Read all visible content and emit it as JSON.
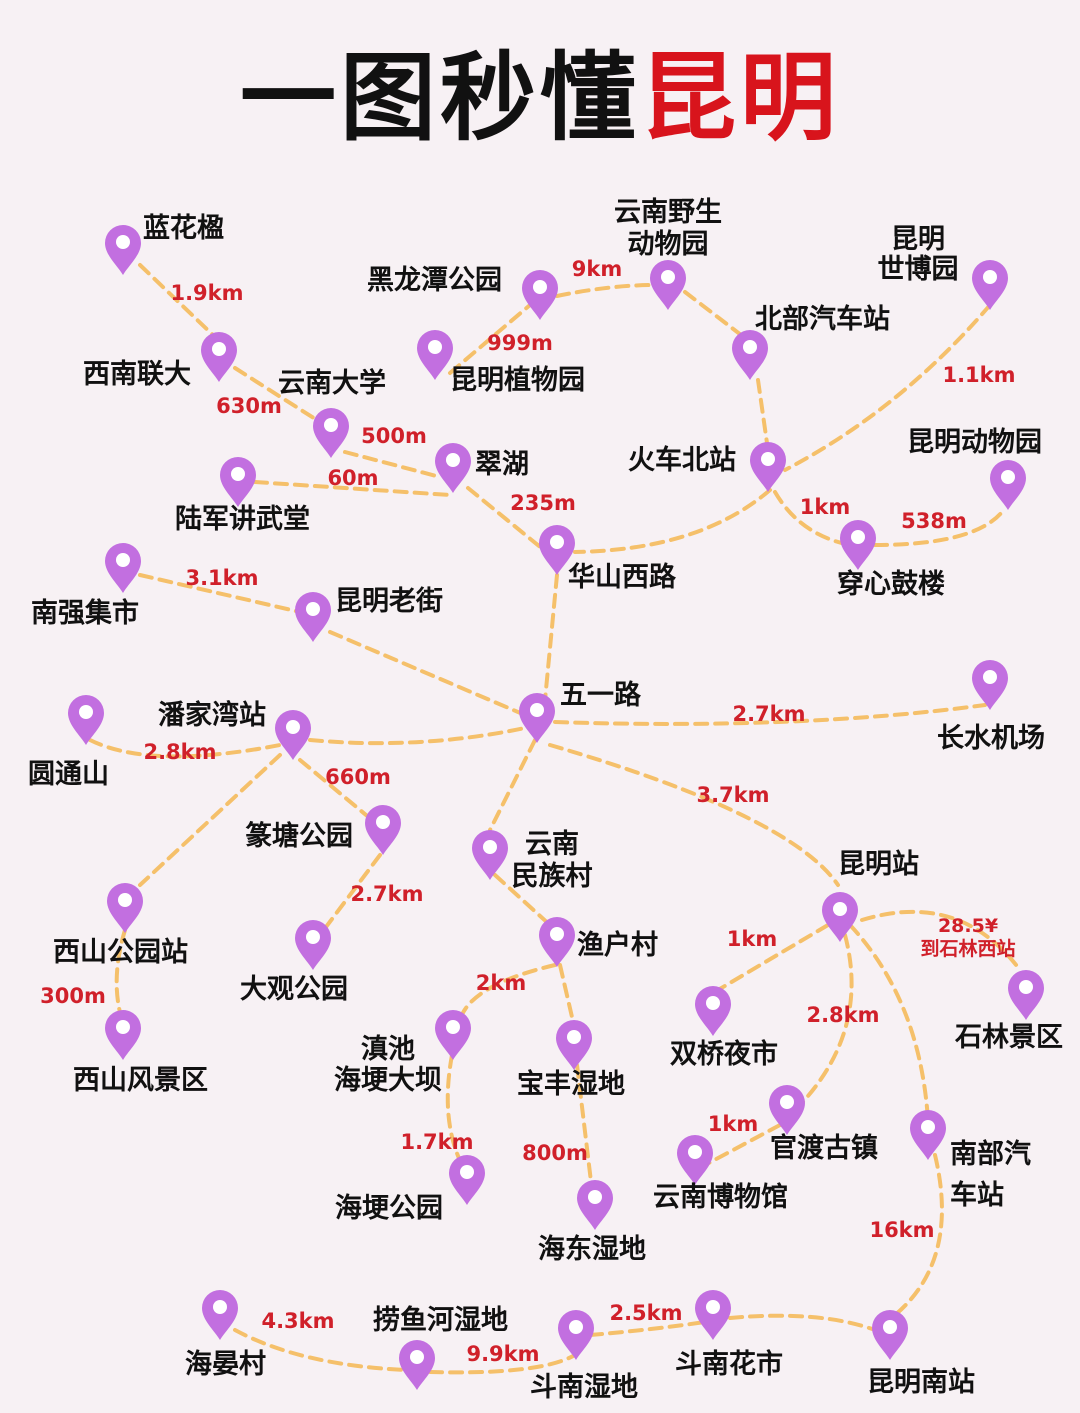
{
  "title": {
    "part1": "一图秒懂",
    "part2": "昆明"
  },
  "colors": {
    "pin": "#c26fe0",
    "route": "#f5c06a",
    "distance": "#d0202a",
    "title_accent": "#d8141c",
    "background": "#f7f1f4"
  },
  "places": [
    {
      "lines": [
        "蓝花楹"
      ]
    },
    {
      "lines": [
        "西南联大"
      ]
    },
    {
      "lines": [
        "云南大学"
      ]
    },
    {
      "lines": [
        "翠湖"
      ]
    },
    {
      "lines": [
        "陆军讲武堂"
      ]
    },
    {
      "lines": [
        "黑龙潭公园"
      ]
    },
    {
      "lines": [
        "昆明植物园"
      ]
    },
    {
      "lines": [
        "云南野生",
        "动物园"
      ]
    },
    {
      "lines": [
        "北部汽车站"
      ]
    },
    {
      "lines": [
        "昆明",
        "世博园"
      ]
    },
    {
      "lines": [
        "火车北站"
      ]
    },
    {
      "lines": [
        "昆明动物园"
      ]
    },
    {
      "lines": [
        "穿心鼓楼"
      ]
    },
    {
      "lines": [
        "华山西路"
      ]
    },
    {
      "lines": [
        "南强集市"
      ]
    },
    {
      "lines": [
        "昆明老街"
      ]
    },
    {
      "lines": [
        "五一路"
      ]
    },
    {
      "lines": [
        "长水机场"
      ]
    },
    {
      "lines": [
        "圆通山"
      ]
    },
    {
      "lines": [
        "潘家湾站"
      ]
    },
    {
      "lines": [
        "篆塘公园"
      ]
    },
    {
      "lines": [
        "云南",
        "民族村"
      ]
    },
    {
      "lines": [
        "西山公园站"
      ]
    },
    {
      "lines": [
        "大观公园"
      ]
    },
    {
      "lines": [
        "西山风景区"
      ]
    },
    {
      "lines": [
        "渔户村"
      ]
    },
    {
      "lines": [
        "昆明站"
      ]
    },
    {
      "lines": [
        "石林景区"
      ]
    },
    {
      "lines": [
        "双桥夜市"
      ]
    },
    {
      "lines": [
        "滇池",
        "海埂大坝"
      ]
    },
    {
      "lines": [
        "宝丰湿地"
      ]
    },
    {
      "lines": [
        "官渡古镇"
      ]
    },
    {
      "lines": [
        "南部汽",
        "车站"
      ]
    },
    {
      "lines": [
        "云南博物馆"
      ]
    },
    {
      "lines": [
        "海埂公园"
      ]
    },
    {
      "lines": [
        "海东湿地"
      ]
    },
    {
      "lines": [
        "海晏村"
      ]
    },
    {
      "lines": [
        "捞鱼河湿地"
      ]
    },
    {
      "lines": [
        "斗南湿地"
      ]
    },
    {
      "lines": [
        "斗南花市"
      ]
    },
    {
      "lines": [
        "昆明南站"
      ]
    }
  ],
  "distances": [
    {
      "lines": [
        "1.9km"
      ]
    },
    {
      "lines": [
        "630m"
      ]
    },
    {
      "lines": [
        "500m"
      ]
    },
    {
      "lines": [
        "60m"
      ]
    },
    {
      "lines": [
        "235m"
      ]
    },
    {
      "lines": [
        "999m"
      ]
    },
    {
      "lines": [
        "9km"
      ]
    },
    {
      "lines": [
        "1.1km"
      ]
    },
    {
      "lines": [
        "1km"
      ]
    },
    {
      "lines": [
        "538m"
      ]
    },
    {
      "lines": [
        "3.1km"
      ]
    },
    {
      "lines": [
        "2.7km"
      ]
    },
    {
      "lines": [
        "2.8km"
      ]
    },
    {
      "lines": [
        "660m"
      ]
    },
    {
      "lines": [
        "3.7km"
      ]
    },
    {
      "lines": [
        "2.7km"
      ]
    },
    {
      "lines": [
        "300m"
      ]
    },
    {
      "lines": [
        "2km"
      ]
    },
    {
      "lines": [
        "1km"
      ]
    },
    {
      "lines": [
        "28.5¥",
        "到石林西站"
      ]
    },
    {
      "lines": [
        "2.8km"
      ]
    },
    {
      "lines": [
        "1.7km"
      ]
    },
    {
      "lines": [
        "800m"
      ]
    },
    {
      "lines": [
        "1km"
      ]
    },
    {
      "lines": [
        "16km"
      ]
    },
    {
      "lines": [
        "4.3km"
      ]
    },
    {
      "lines": [
        "9.9km"
      ]
    },
    {
      "lines": [
        "2.5km"
      ]
    }
  ]
}
